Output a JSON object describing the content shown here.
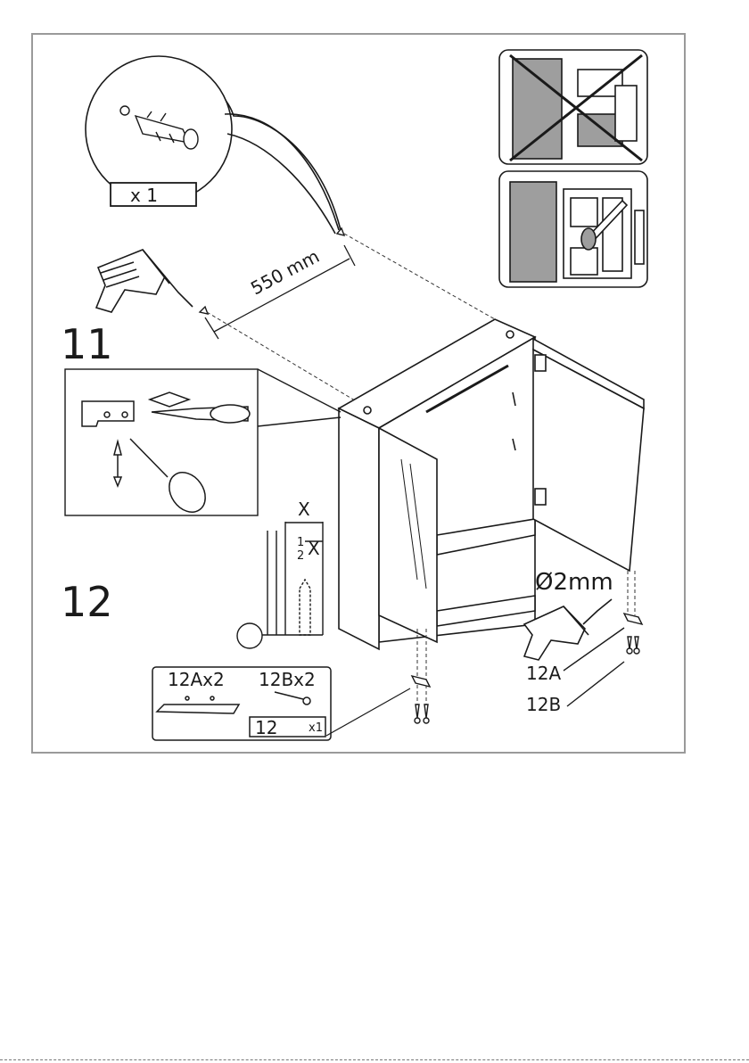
{
  "step11": {
    "number": "11",
    "dimension": "550 mm",
    "qty_badge": "x 1"
  },
  "step12": {
    "number": "12",
    "drill": "Ø2mm",
    "fraction_top": "1",
    "fraction_bottom": "2",
    "measure": "X",
    "label_a": "12A",
    "label_b": "12B",
    "parts": {
      "a": "12Ax2",
      "b": "12Bx2",
      "bag": "12",
      "bag_qty": "x1"
    }
  },
  "colors": {
    "frame": "#9a9a9a",
    "line": "#1a1a1a",
    "panel": "#9e9e9e",
    "fill": "#ffffff"
  }
}
